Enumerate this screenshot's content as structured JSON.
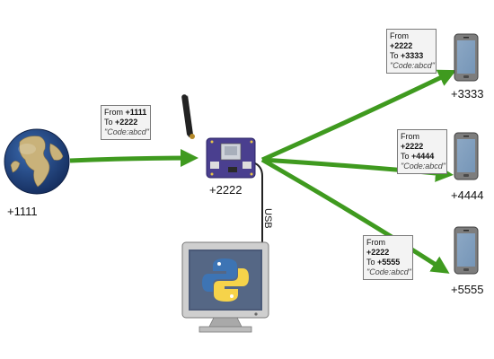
{
  "nodes": {
    "internet_number": "+1111",
    "modem_number": "+2222",
    "phone_1_number": "+3333",
    "phone_2_number": "+4444",
    "phone_3_number": "+5555"
  },
  "connection_label": "USB",
  "messages": [
    {
      "from_prefix": "From ",
      "from": "+1111",
      "to_prefix": "To ",
      "to": "+2222",
      "code": "\"Code:abcd\""
    },
    {
      "from_prefix": "From ",
      "from": "+2222",
      "to_prefix": "To ",
      "to": "+3333",
      "code": "\"Code:abcd\""
    },
    {
      "from_prefix": "From ",
      "from": "+2222",
      "to_prefix": "To ",
      "to": "+4444",
      "code": "\"Code:abcd\""
    },
    {
      "from_prefix": "From ",
      "from": "+2222",
      "to_prefix": "To ",
      "to": "+5555",
      "code": "\"Code:abcd\""
    }
  ],
  "icons": {
    "globe": "globe-icon",
    "modem": "gsm-modem-icon",
    "computer": "computer-monitor-icon",
    "python": "python-logo-icon",
    "phone": "smartphone-icon"
  },
  "colors": {
    "arrow": "#3f9a1f",
    "ocean": "#1f3f7a",
    "land": "#c9b27a",
    "board": "#4a3f8f",
    "monitor": "#cfcfcf",
    "python_blue": "#3d74b4",
    "python_yellow": "#f6d34a"
  }
}
